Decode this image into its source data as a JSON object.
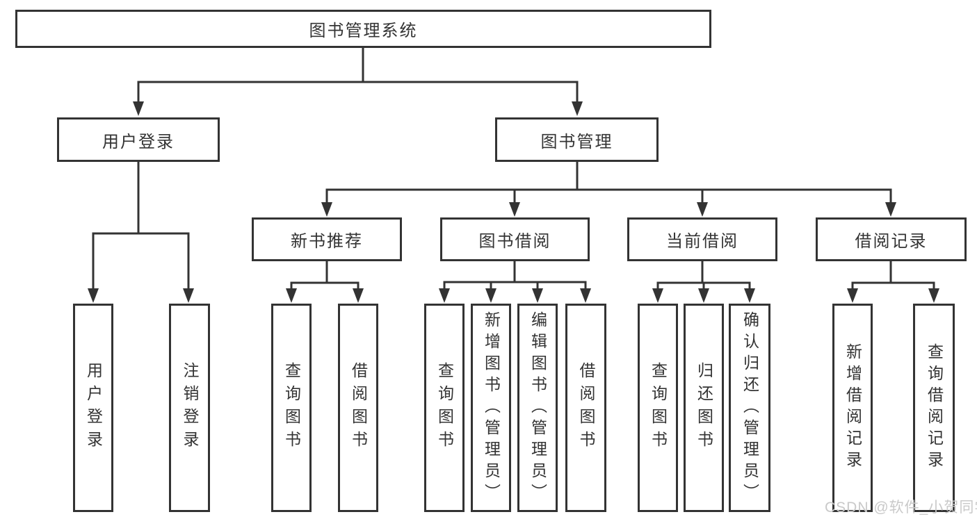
{
  "diagram": {
    "root": {
      "label": "图书管理系统"
    },
    "branches": [
      {
        "label": "用户登录",
        "children": [
          {
            "label": "用户登录"
          },
          {
            "label": "注销登录"
          }
        ]
      },
      {
        "label": "图书管理",
        "children": [
          {
            "label": "新书推荐",
            "children": [
              {
                "label": "查询图书"
              },
              {
                "label": "借阅图书"
              }
            ]
          },
          {
            "label": "图书借阅",
            "children": [
              {
                "label": "查询图书"
              },
              {
                "label": "新增图书（管理员）"
              },
              {
                "label": "编辑图书（管理员）"
              },
              {
                "label": "借阅图书"
              }
            ]
          },
          {
            "label": "当前借阅",
            "children": [
              {
                "label": "查询图书"
              },
              {
                "label": "归还图书"
              },
              {
                "label": "确认归还（管理员）"
              }
            ]
          },
          {
            "label": "借阅记录",
            "children": [
              {
                "label": "新增借阅记录"
              },
              {
                "label": "查询借阅记录"
              }
            ]
          }
        ]
      }
    ]
  },
  "watermark": {
    "text": "CSDN @软件_小贺同学"
  },
  "colors": {
    "line": "#333333",
    "text": "#333333",
    "box_fill": "#ffffff",
    "background": "#ffffff",
    "watermark": "#c9c9c9"
  }
}
